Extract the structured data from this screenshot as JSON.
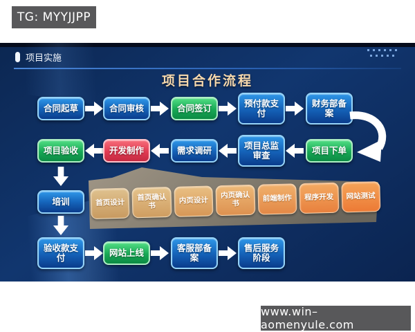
{
  "tg_badge": "TG: MYYJJPP",
  "watermark": "www.win–aomenyule.com",
  "slide": {
    "header_label": "项目实施",
    "title": "项目合作流程",
    "nodes": {
      "contract_draft": "合同起草",
      "contract_review": "合同审核",
      "contract_sign": "合同签订",
      "advance_payment": "预付款支付",
      "finance_filing": "财务部备案",
      "project_acceptance": "项目验收",
      "dev_production": "开发制作",
      "requirement_research": "需求调研",
      "director_review": "项目总监审查",
      "project_order": "项目下单",
      "training": "培训",
      "acceptance_payment": "验收款支付",
      "site_launch": "网站上线",
      "service_filing": "客服部备案",
      "aftersales_stage": "售后服务阶段",
      "home_design": "首页设计",
      "home_confirm": "首页确认书",
      "inner_design": "内页设计",
      "inner_confirm": "内页确认书",
      "frontend_build": "前端制作",
      "program_dev": "程序开发",
      "site_testing": "网站测试"
    },
    "colors": {
      "node_blue": "#1667bd",
      "node_green": "#17a855",
      "node_red": "#e13a52",
      "band_gold": "#e8a35c",
      "band_grey": "#8d8578",
      "slide_background": "#0e2b5c",
      "title_text": "#f6d8ac",
      "badge_grey": "#58585a"
    }
  }
}
